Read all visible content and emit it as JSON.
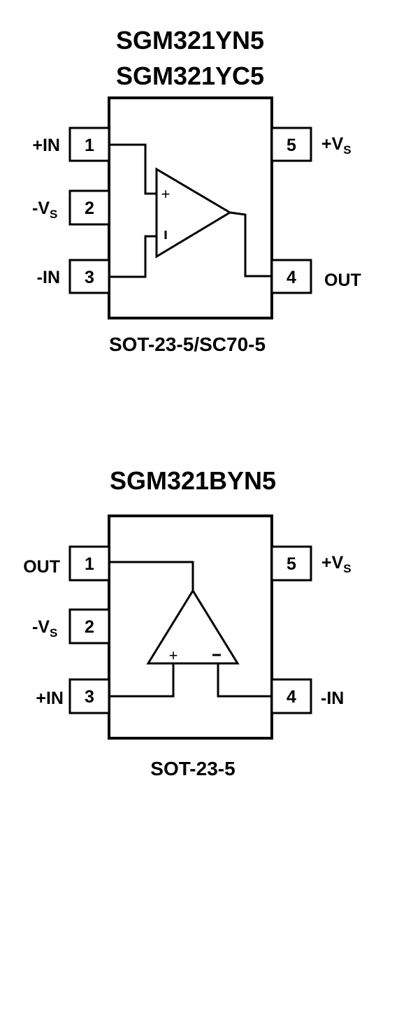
{
  "diagram_1": {
    "title_line1": "SGM321YN5",
    "title_line2": "SGM321YC5",
    "package": "SOT-23-5/SC70-5",
    "pins": [
      {
        "num": "1",
        "label": "+IN"
      },
      {
        "num": "2",
        "label": "-V",
        "sub": "S"
      },
      {
        "num": "3",
        "label": "-IN"
      },
      {
        "num": "4",
        "label": "OUT"
      },
      {
        "num": "5",
        "label": "+V",
        "sub": "S"
      }
    ],
    "plus_symbol": "+",
    "minus_symbol": "-"
  },
  "diagram_2": {
    "title": "SGM321BYN5",
    "package": "SOT-23-5",
    "pins": [
      {
        "num": "1",
        "label": "OUT"
      },
      {
        "num": "2",
        "label": "-V",
        "sub": "S"
      },
      {
        "num": "3",
        "label": "+IN"
      },
      {
        "num": "4",
        "label": "-IN"
      },
      {
        "num": "5",
        "label": "+V",
        "sub": "S"
      }
    ],
    "plus_symbol": "+",
    "minus_symbol": "-"
  }
}
